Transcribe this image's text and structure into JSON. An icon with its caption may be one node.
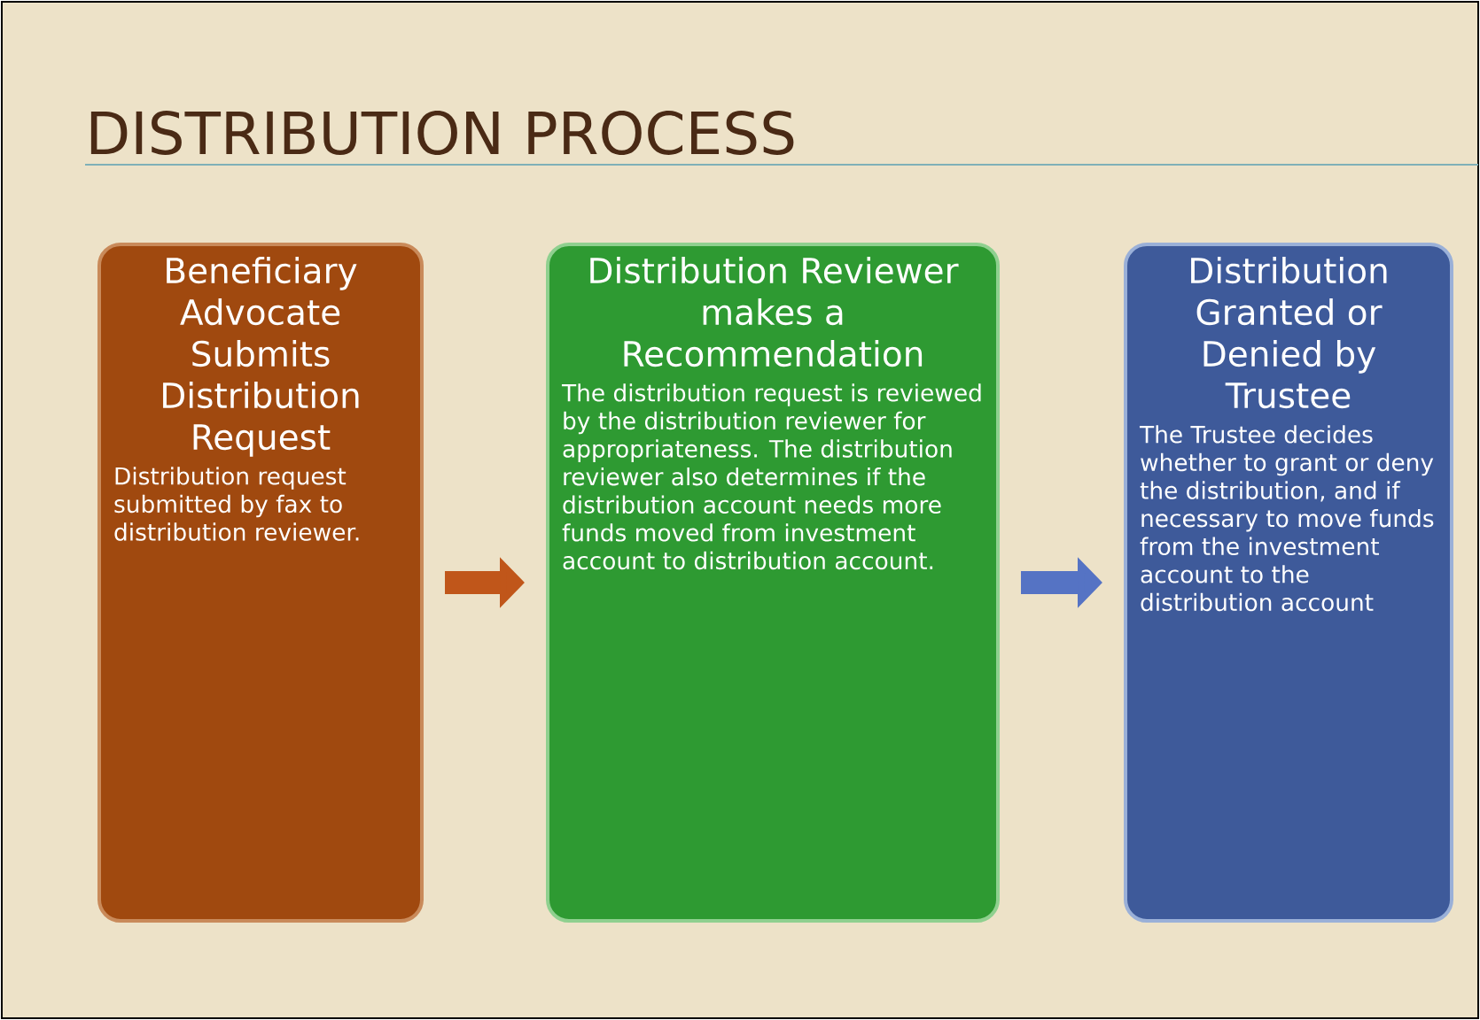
{
  "diagram": {
    "title": "DISTRIBUTION PROCESS",
    "nodes": [
      {
        "text": [
          "Beneficiary Advocate Submits Distribution Request",
          "Distribution request submitted by fax to distribution reviewer."
        ]
      },
      {
        "text": [
          "Distribution Reviewer makes a Recommendation",
          "The distribution request is reviewed by the distribution reviewer for appropriateness.  The distribution reviewer also determines if the distribution account needs more funds moved from investment account to distribution account."
        ]
      },
      {
        "text": [
          "Distribution Granted or Denied by Trustee",
          "The Trustee decides whether to grant or deny the distribution, and if necessary to move funds from the investment account to the distribution account"
        ]
      }
    ],
    "edges": [
      {
        "from": 0,
        "to": 1,
        "arrow": "to",
        "color": "#c0561a"
      },
      {
        "from": 1,
        "to": 2,
        "arrow": "to",
        "color": "#5573c4"
      }
    ]
  }
}
